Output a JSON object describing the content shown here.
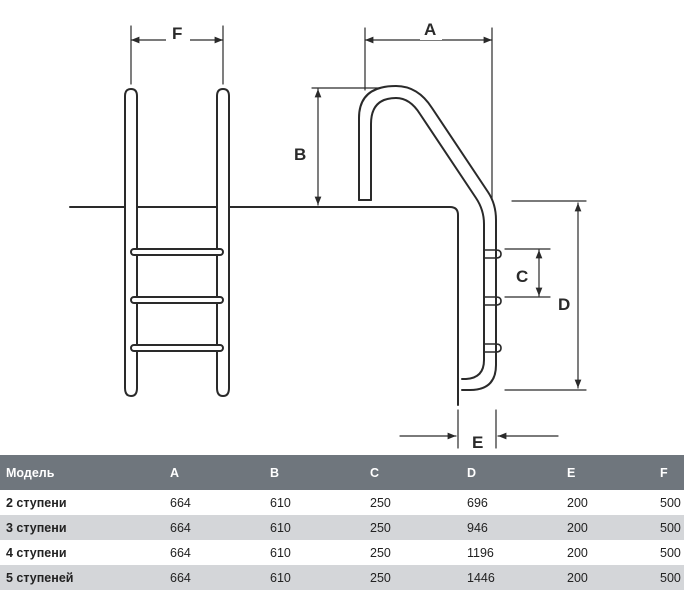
{
  "diagram": {
    "labels": {
      "a": "A",
      "b": "B",
      "c": "C",
      "d": "D",
      "e": "E",
      "f": "F"
    }
  },
  "table": {
    "headers": [
      "Модель",
      "A",
      "B",
      "C",
      "D",
      "E",
      "F"
    ],
    "rows": [
      [
        "2 ступени",
        "664",
        "610",
        "250",
        "696",
        "200",
        "500"
      ],
      [
        "3 ступени",
        "664",
        "610",
        "250",
        "946",
        "200",
        "500"
      ],
      [
        "4 ступени",
        "664",
        "610",
        "250",
        "1196",
        "200",
        "500"
      ],
      [
        "5 ступеней",
        "664",
        "610",
        "250",
        "1446",
        "200",
        "500"
      ]
    ]
  },
  "colors": {
    "line": "#2a2a2a",
    "header_bg": "#6f767d",
    "row_alt_bg": "#d4d6d9"
  }
}
